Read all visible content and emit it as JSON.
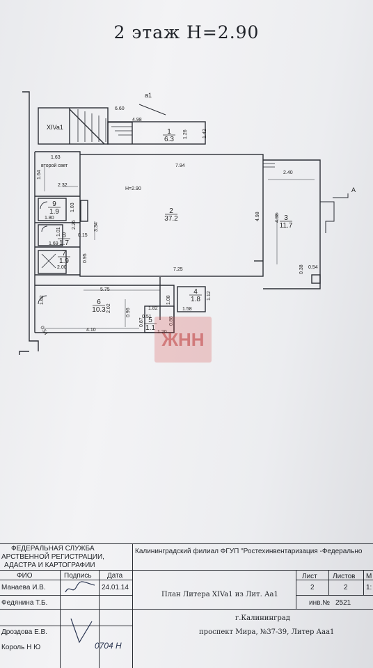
{
  "title": "2 этаж  H=2.90",
  "plan": {
    "section_label": "а1",
    "side_label": "А",
    "unit_label": "XIVa1",
    "height_label": "H=2.90",
    "light_well": "второй свет",
    "rooms": [
      {
        "num": "1",
        "area": "6.3"
      },
      {
        "num": "2",
        "area": "37.2"
      },
      {
        "num": "3",
        "area": "11.7"
      },
      {
        "num": "4",
        "area": "1.8"
      },
      {
        "num": "5",
        "area": "1.1"
      },
      {
        "num": "6",
        "area": "10.3"
      },
      {
        "num": "7",
        "area": "1.9"
      },
      {
        "num": "8",
        "area": "1.7"
      },
      {
        "num": "9",
        "area": "1.9"
      }
    ],
    "dims": [
      "6.60",
      "4.98",
      "1.26",
      "1.42",
      "1.63",
      "1.64",
      "2.32",
      "7.94",
      "2.40",
      "1.80",
      "1.03",
      "3.34",
      "1.01",
      "2.26",
      "1.69",
      "0.15",
      "4.98",
      "4.98",
      "2.00",
      "0.95",
      "7.25",
      "0.38",
      "0.54",
      "5.75",
      "1.62",
      "2.02",
      "1.82",
      "1.08",
      "1.58",
      "1.12",
      "0.51",
      "0.96",
      "0.87",
      "1.20",
      "0.88",
      "4.10",
      "0.54"
    ]
  },
  "title_block": {
    "agency": [
      "ФЕДЕРАЛЬНАЯ СЛУЖБА",
      "АРСТВЕННОЙ РЕГИСТРАЦИИ,",
      "АДАСТРА И КАРТОГРАФИИ"
    ],
    "org": "Калининградский филиал ФГУП \"Ростехинвентаризация -Федерально",
    "headers": {
      "fio": "ФИО",
      "signature": "Подпись",
      "date": "Дата",
      "sheet": "Лист",
      "sheets": "Листов",
      "scale": "М"
    },
    "people": [
      {
        "name": "Манаева И.В.",
        "date": "24.01.14"
      },
      {
        "name": "Федянина Т.Б.",
        "date": ""
      },
      {
        "name": "Дроздова Е.В.",
        "date": ""
      },
      {
        "name": "Король Н Ю",
        "date": ""
      }
    ],
    "plan_title": "План Литера XIVa1 из Лит. Аа1",
    "sheet": "2",
    "sheets": "2",
    "scale": "1:",
    "inv_label": "инв.№",
    "inv": "2521",
    "city": "г.Калининград",
    "address": "проспект Мира, №37-39, Литер Ааа1",
    "stamp_text": "ЖНН",
    "handwriting": "0704 Н"
  }
}
